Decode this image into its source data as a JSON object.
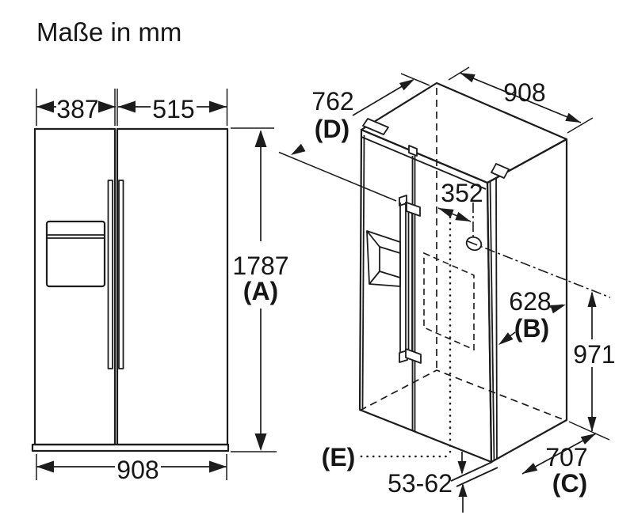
{
  "title": "Maße in mm",
  "unit": "mm",
  "front_view": {
    "left_door_width": "387",
    "right_door_width": "515",
    "height": "1787",
    "height_key": "(A)",
    "total_width": "908"
  },
  "iso_view": {
    "depth": "762",
    "depth_key": "(D)",
    "width": "908",
    "water_connection_offset": "352",
    "depth_without_doors": "628",
    "depth_without_doors_key": "(B)",
    "water_connection_height": "971",
    "plinth_height_range": "53-62",
    "depth_c": "707",
    "depth_c_key": "(C)",
    "water_connection_key": "(E)"
  }
}
